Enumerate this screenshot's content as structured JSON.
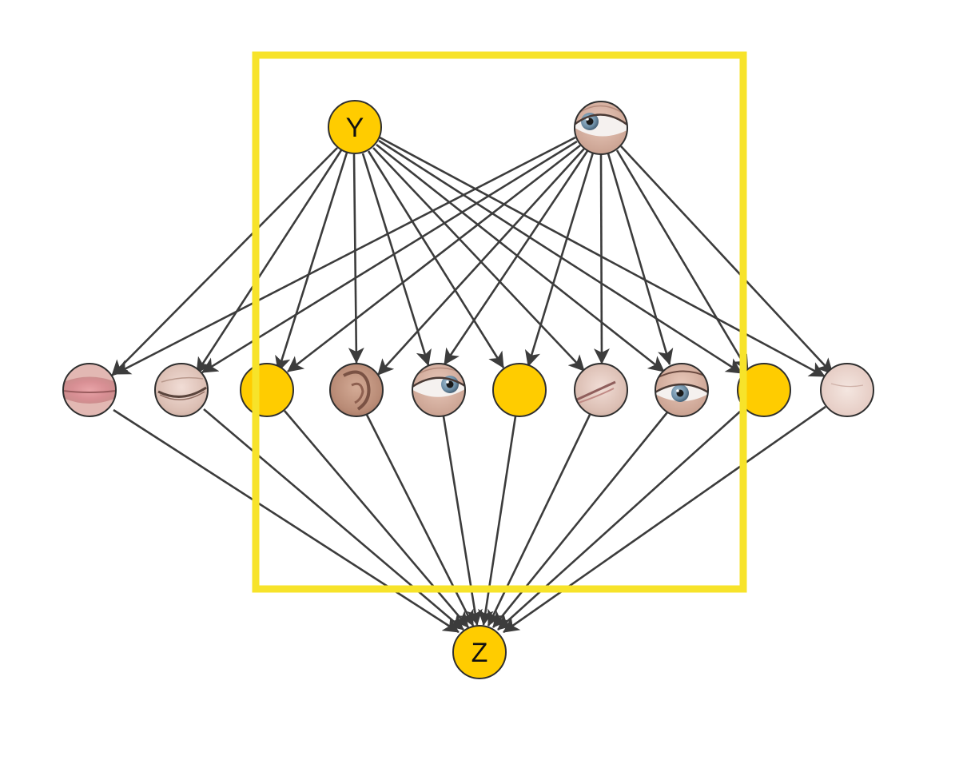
{
  "colors": {
    "highlight": "#f7e32a",
    "latent_node": "#ffcc00",
    "edge": "#3c3c3c",
    "node_border": "#2f2f2f"
  },
  "top_nodes": [
    {
      "id": "Y",
      "kind": "latent",
      "label": "Y"
    },
    {
      "id": "eye-top",
      "kind": "photo",
      "label": "",
      "icon": "eye-icon"
    }
  ],
  "middle_nodes": [
    {
      "id": "m1",
      "kind": "photo",
      "label": "",
      "icon": "lips-icon"
    },
    {
      "id": "m2",
      "kind": "photo",
      "label": "",
      "icon": "closed-eye-icon"
    },
    {
      "id": "m3",
      "kind": "latent",
      "label": ""
    },
    {
      "id": "m4",
      "kind": "photo",
      "label": "",
      "icon": "ear-icon"
    },
    {
      "id": "m5",
      "kind": "photo",
      "label": "",
      "icon": "eye-icon"
    },
    {
      "id": "m6",
      "kind": "latent",
      "label": ""
    },
    {
      "id": "m7",
      "kind": "photo",
      "label": "",
      "icon": "mouth-corner-icon"
    },
    {
      "id": "m8",
      "kind": "photo",
      "label": "",
      "icon": "eye-icon"
    },
    {
      "id": "m9",
      "kind": "latent",
      "label": ""
    },
    {
      "id": "m10",
      "kind": "photo",
      "label": "",
      "icon": "skin-icon"
    }
  ],
  "bottom_node": {
    "id": "Z",
    "kind": "latent",
    "label": "Z"
  }
}
